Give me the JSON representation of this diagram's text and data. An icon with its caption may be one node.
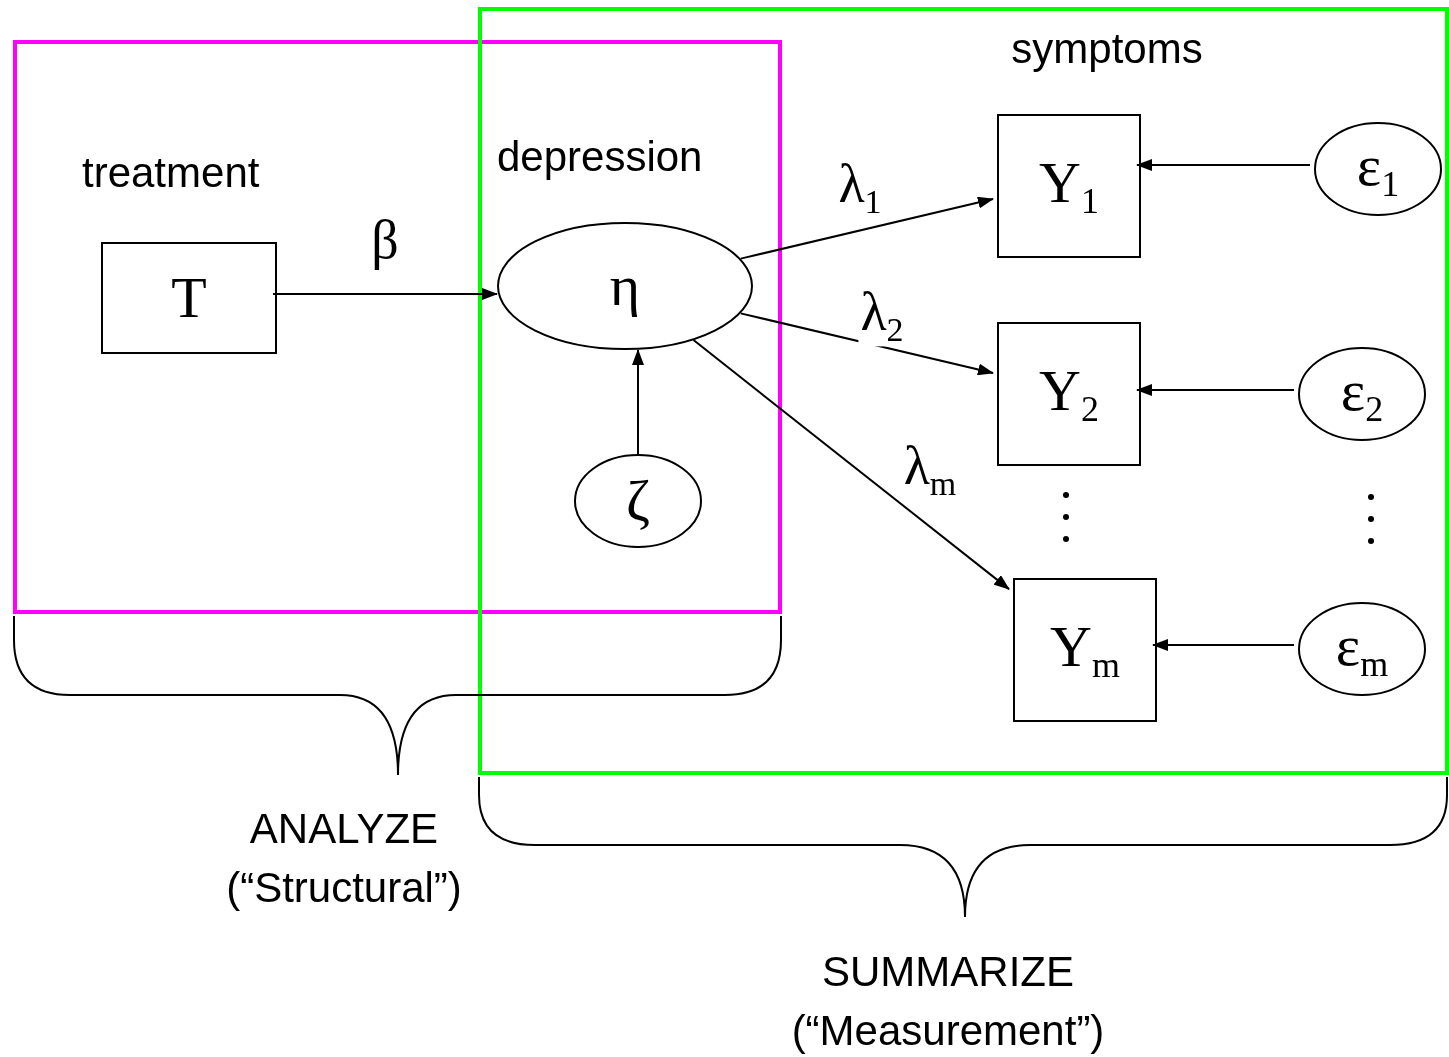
{
  "diagram": {
    "nodes": [
      {
        "text": [],
        "shape": "box"
      },
      {
        "text": [],
        "shape": "box"
      },
      {
        "text": [
          "T"
        ],
        "beside": [
          "treatment"
        ],
        "in": 0
      },
      {
        "text": [
          "η"
        ],
        "beside": [
          "depression"
        ]
      },
      {
        "text": [
          "ζ"
        ]
      },
      {
        "text": [
          "Y$_{1}$"
        ],
        "in": 1
      },
      {
        "text": [
          "Y$_{2}$"
        ],
        "in": 1
      },
      {
        "text": [
          "Y$_{m}$"
        ],
        "in": 1
      },
      {
        "text": [
          "ε$_{1}$"
        ],
        "in": 1
      },
      {
        "text": [
          "ε$_{2}$"
        ],
        "in": 1
      },
      {
        "text": [
          "ε$_{m}$"
        ],
        "in": 1
      }
    ],
    "edges": [
      {
        "from": 2,
        "to": 3,
        "arrow": "to",
        "label": "β"
      },
      {
        "from": 4,
        "to": 3,
        "arrow": "to"
      },
      {
        "from": 3,
        "to": 5,
        "arrow": "to",
        "label": "λ$_{1}$"
      },
      {
        "from": 3,
        "to": 6,
        "arrow": "to",
        "label": "λ$_{2}$"
      },
      {
        "from": 3,
        "to": 7,
        "arrow": "to",
        "label": "λ$_{m}$"
      },
      {
        "from": 8,
        "to": 5,
        "arrow": "to"
      },
      {
        "from": 9,
        "to": 6,
        "arrow": "to"
      },
      {
        "from": 10,
        "to": 7,
        "arrow": "to"
      }
    ],
    "labels": [
      "symptoms",
      "ANALYZE (“Structural”)",
      "SUMMARIZE (“Measurement”)"
    ]
  }
}
